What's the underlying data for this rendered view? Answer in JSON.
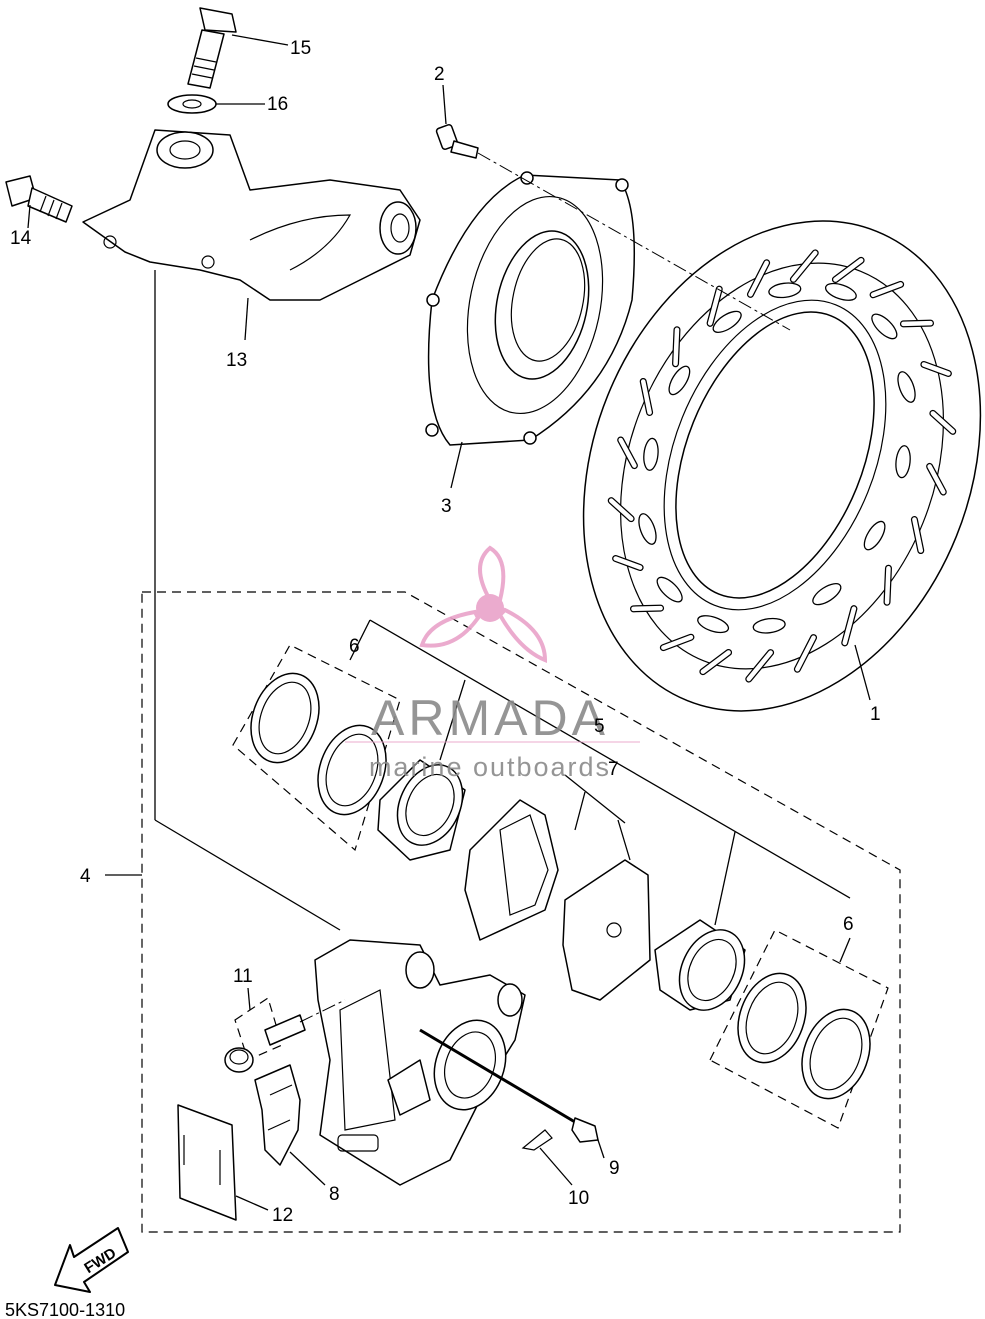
{
  "diagram": {
    "part_code": "5KS7100-1310",
    "fwd_arrow_text": "FWD",
    "watermark": {
      "brand": "ARMADA",
      "tagline": "marine outboards",
      "brand_color": "#8a8a8a",
      "logo_color": "#e9a3c9"
    },
    "callouts": [
      {
        "id": "c1",
        "text": "1"
      },
      {
        "id": "c2",
        "text": "2"
      },
      {
        "id": "c3",
        "text": "3"
      },
      {
        "id": "c4",
        "text": "4"
      },
      {
        "id": "c5",
        "text": "5"
      },
      {
        "id": "c6a",
        "text": "6"
      },
      {
        "id": "c6b",
        "text": "6"
      },
      {
        "id": "c7",
        "text": "7"
      },
      {
        "id": "c8",
        "text": "8"
      },
      {
        "id": "c9",
        "text": "9"
      },
      {
        "id": "c10",
        "text": "10"
      },
      {
        "id": "c11",
        "text": "11"
      },
      {
        "id": "c12",
        "text": "12"
      },
      {
        "id": "c13",
        "text": "13"
      },
      {
        "id": "c14",
        "text": "14"
      },
      {
        "id": "c15",
        "text": "15"
      },
      {
        "id": "c16",
        "text": "16"
      }
    ]
  }
}
